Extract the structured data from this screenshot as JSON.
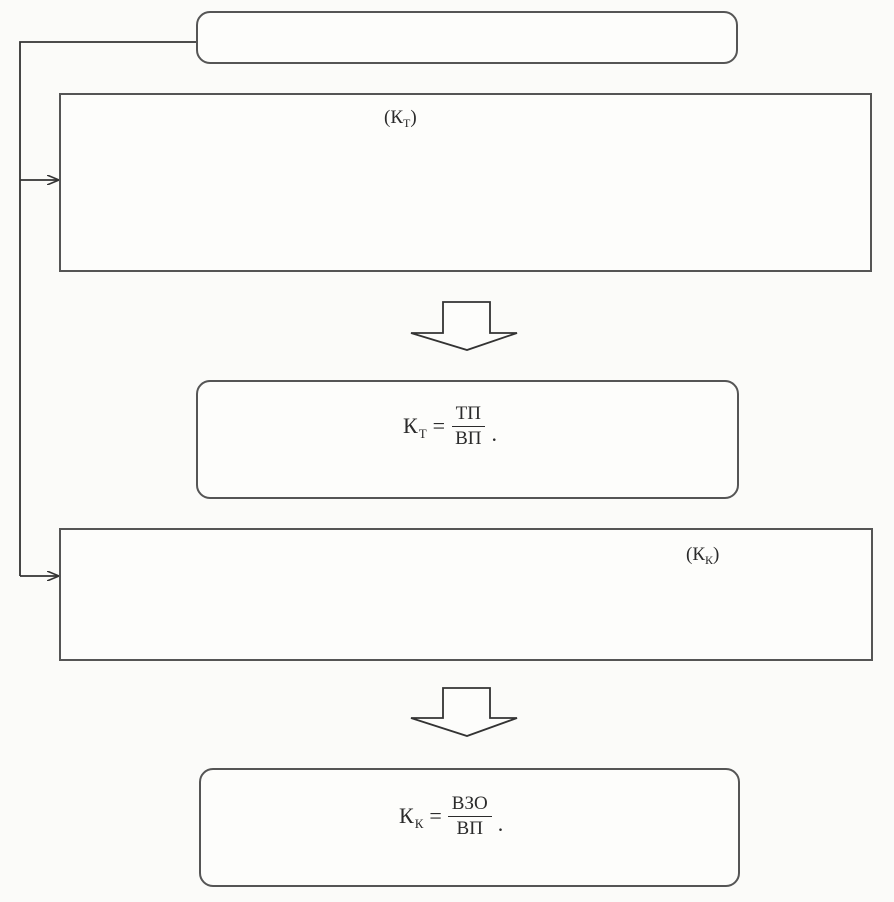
{
  "boxes": {
    "top": {
      "text": ""
    },
    "block1": {
      "label_main": "(К",
      "label_sub": "Т",
      "label_end": ")"
    },
    "formula1": {
      "lhs_main": "К",
      "lhs_sub": "Т",
      "equals": "=",
      "numerator": "ТП",
      "denominator": "ВП",
      "dot": "."
    },
    "block2": {
      "label_main": "(К",
      "label_sub": "К",
      "label_end": ")"
    },
    "formula2": {
      "lhs_main": "К",
      "lhs_sub": "К",
      "equals": "=",
      "numerator": "ВЗО",
      "denominator": "ВП",
      "dot": "."
    }
  }
}
